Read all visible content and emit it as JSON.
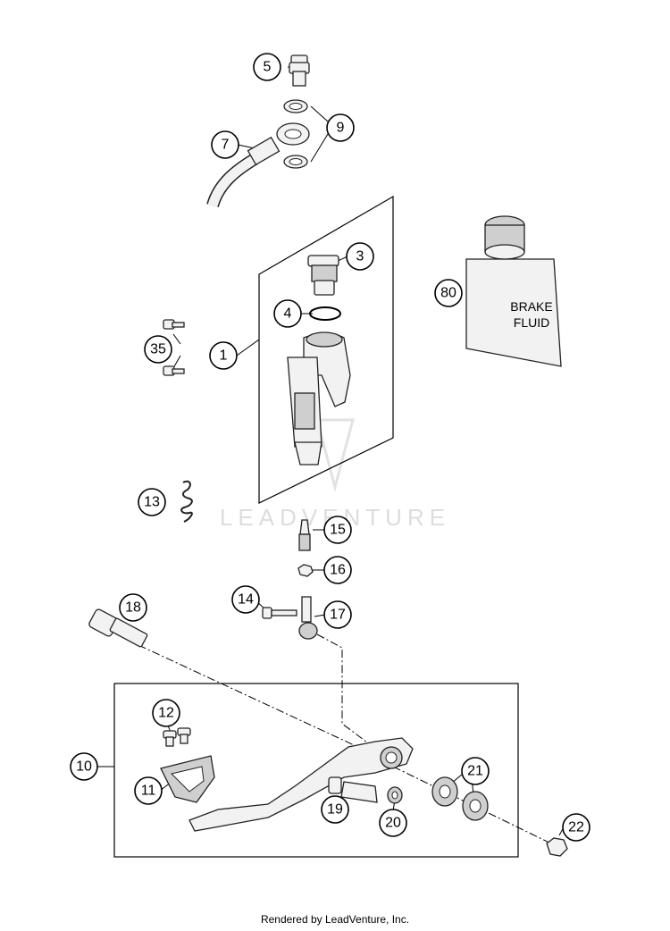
{
  "callouts": {
    "c1": "1",
    "c3": "3",
    "c4": "4",
    "c5": "5",
    "c7": "7",
    "c9": "9",
    "c10": "10",
    "c11": "11",
    "c12": "12",
    "c13": "13",
    "c14": "14",
    "c15": "15",
    "c16": "16",
    "c17": "17",
    "c18": "18",
    "c19": "19",
    "c20": "20",
    "c21": "21",
    "c22": "22",
    "c35": "35",
    "c80": "80"
  },
  "brake_fluid": {
    "line1": "BRAKE",
    "line2": "FLUID"
  },
  "watermark": "LEADVENTURE",
  "footer": "Rendered by LeadVenture, Inc."
}
